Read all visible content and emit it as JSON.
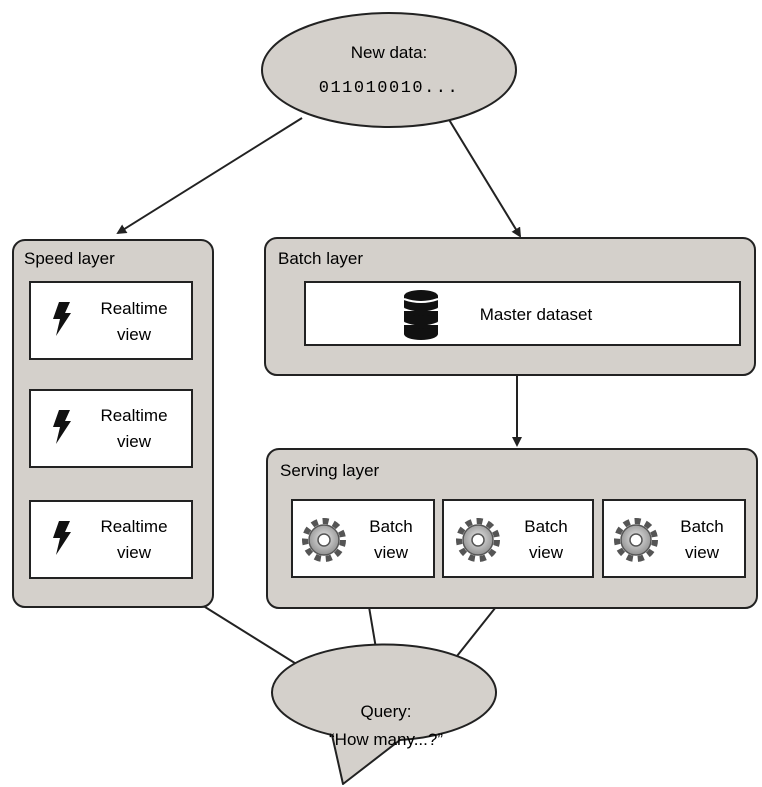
{
  "new_data": {
    "label": "New data:",
    "value": "011010010..."
  },
  "speed_layer": {
    "title": "Speed layer",
    "views": [
      {
        "line1": "Realtime",
        "line2": "view",
        "icon": "lightning-icon"
      },
      {
        "line1": "Realtime",
        "line2": "view",
        "icon": "lightning-icon"
      },
      {
        "line1": "Realtime",
        "line2": "view",
        "icon": "lightning-icon"
      }
    ]
  },
  "batch_layer": {
    "title": "Batch layer",
    "master_dataset": {
      "label": "Master dataset",
      "icon": "database-icon"
    }
  },
  "serving_layer": {
    "title": "Serving layer",
    "views": [
      {
        "line1": "Batch",
        "line2": "view",
        "icon": "gear-icon"
      },
      {
        "line1": "Batch",
        "line2": "view",
        "icon": "gear-icon"
      },
      {
        "line1": "Batch",
        "line2": "view",
        "icon": "gear-icon"
      }
    ]
  },
  "query": {
    "label": "Query:",
    "text": "“How many...?”"
  },
  "colors": {
    "panel_fill": "#d4d0cb",
    "stroke": "#222222",
    "view_fill": "#ffffff"
  }
}
